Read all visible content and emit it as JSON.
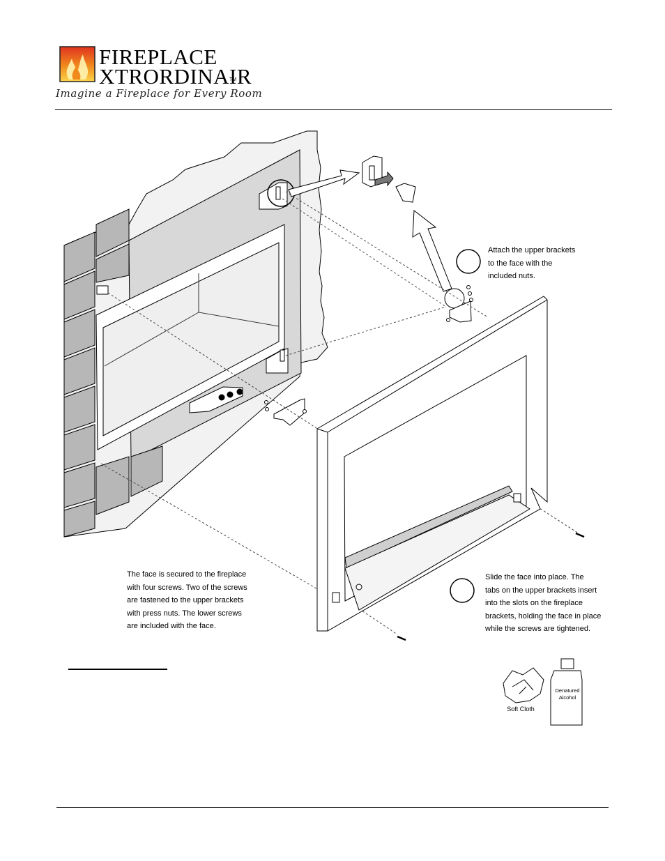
{
  "header": {
    "brand_line1": "FIREPLACE",
    "brand_line2": "XTRORDINAIR",
    "trademark": "TM",
    "tagline": "Imagine a Fireplace for Every Room"
  },
  "notes": {
    "upper_brackets": "Attach the upper brackets\nto the face with the\nincluded nuts.",
    "face_secured": "The face is secured to the fireplace\nwith four screws.  Two of the screws\nare fastened to the upper brackets\nwith press nuts.  The lower screws\nare included with the face.",
    "slide_face": "Slide the face into place.  The\ntabs on the upper brackets insert\ninto the slots on the fireplace\nbrackets, holding the face in place\nwhile the screws are tightened."
  },
  "supplies": {
    "cloth_label": "Soft Cloth",
    "bottle_label_line1": "Denatured",
    "bottle_label_line2": "Alcohol"
  },
  "colors": {
    "flame_outer": "#d62a1f",
    "flame_mid": "#f08a1c",
    "flame_inner": "#fbd34a",
    "tile_fill": "#b7b7b7",
    "wall_fill": "#d8d8d8"
  }
}
